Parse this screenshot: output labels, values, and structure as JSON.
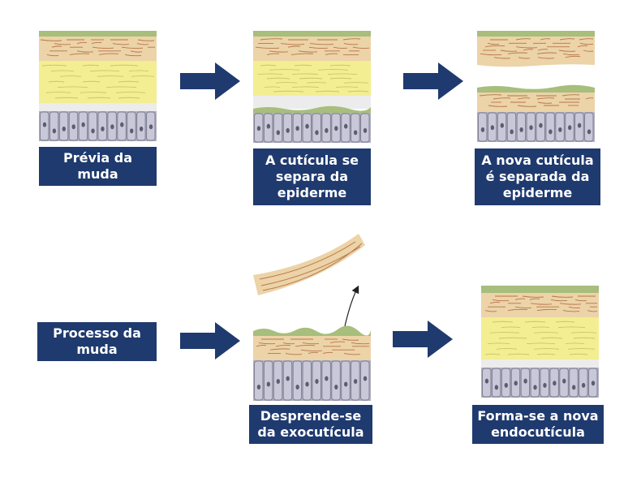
{
  "stages": [
    {
      "id": "s1",
      "caption": "Prévia da\nmuda"
    },
    {
      "id": "s2",
      "caption": "A cutícula se\nsepara da\nepiderme"
    },
    {
      "id": "s3",
      "caption": "A nova cutícula\né separada da\nepiderme"
    },
    {
      "id": "s4",
      "caption": "Desprende-se\nda exocutícula"
    },
    {
      "id": "s5",
      "caption": "Forma-se a nova\nendocutícula"
    }
  ],
  "process_label": "Processo da\nmuda",
  "colors": {
    "label_bg": "#1f3a6e",
    "arrow": "#1f3a6e",
    "epicuticle": "#a7be7c",
    "exocuticle": "#ecd3a8",
    "fiber": "#b8764a",
    "endocuticle": "#f3ee92",
    "endo_line": "#c9c26a",
    "molting_fluid": "#ececec",
    "epidermis_bg": "#b0afc0",
    "cell": "#c9c8d8",
    "cell_border": "#7c7b91",
    "nucleus": "#5d5c70"
  },
  "icons": [
    "right-arrow-icon",
    "curved-arrow-icon"
  ]
}
